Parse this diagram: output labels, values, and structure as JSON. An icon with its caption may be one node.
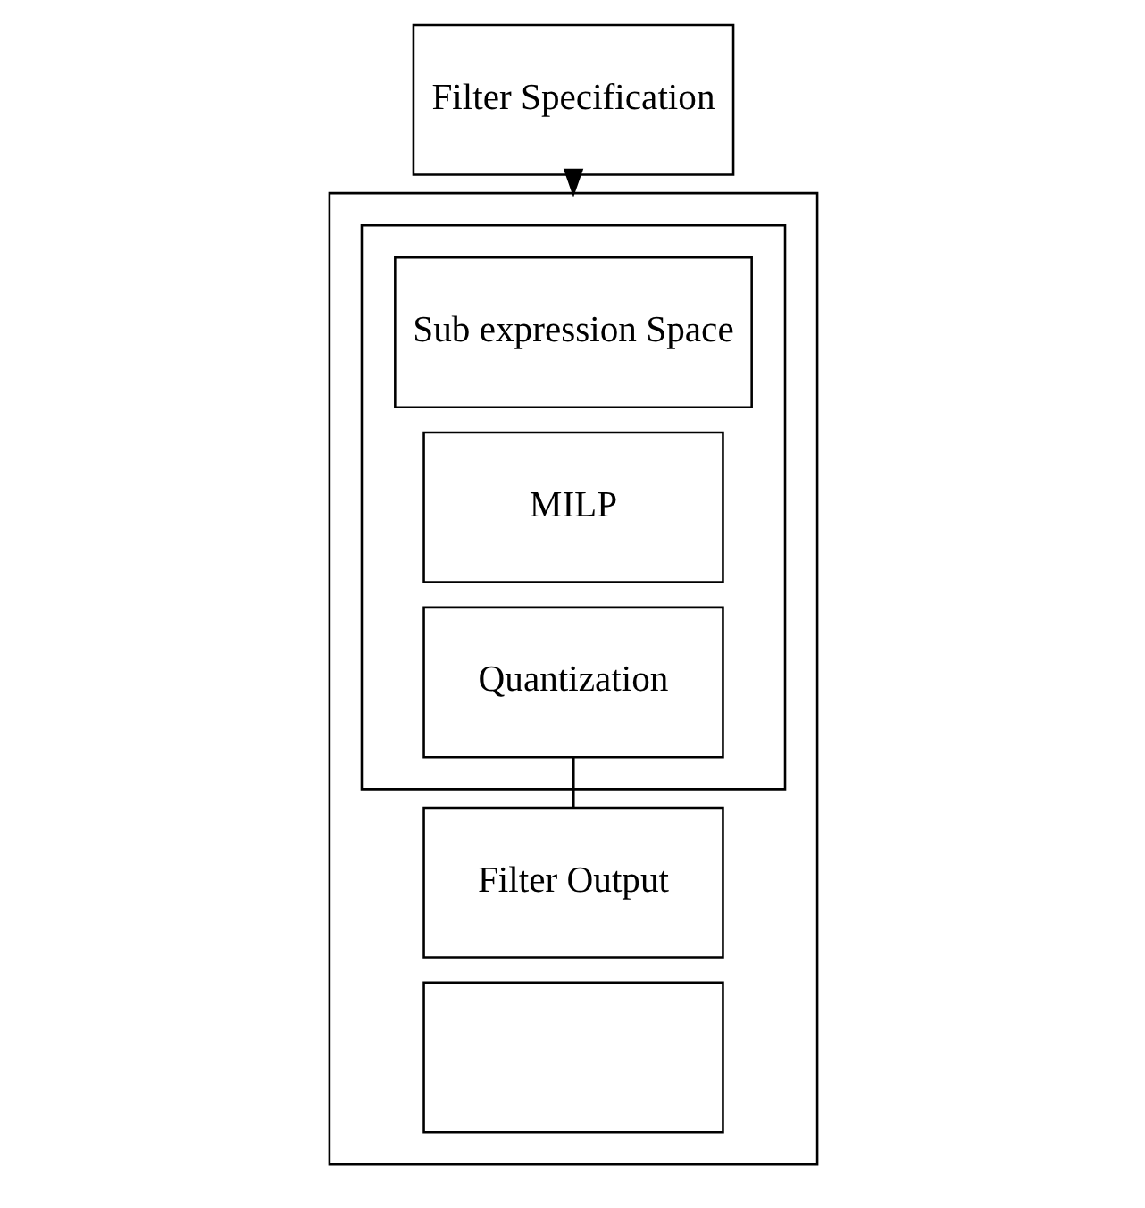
{
  "diagram": {
    "nodes": [
      {
        "text": [
          "Filter Specification"
        ]
      },
      {
        "text": [],
        "shape": "box"
      },
      {
        "text": [],
        "shape": "box",
        "in": 1
      },
      {
        "text": [
          "Sub expression Space"
        ],
        "in": 2
      },
      {
        "text": [
          "MILP"
        ],
        "in": 2
      },
      {
        "text": [
          "Quantization"
        ],
        "in": 2
      },
      {
        "text": [
          "Filter Output"
        ],
        "in": 1
      },
      {
        "text": [],
        "shape": "box",
        "in": 1
      }
    ],
    "edges": [
      {
        "from": 0,
        "to": 1,
        "arrow": "to"
      },
      {
        "from": 5,
        "to": 6,
        "arrow": "none"
      }
    ]
  }
}
